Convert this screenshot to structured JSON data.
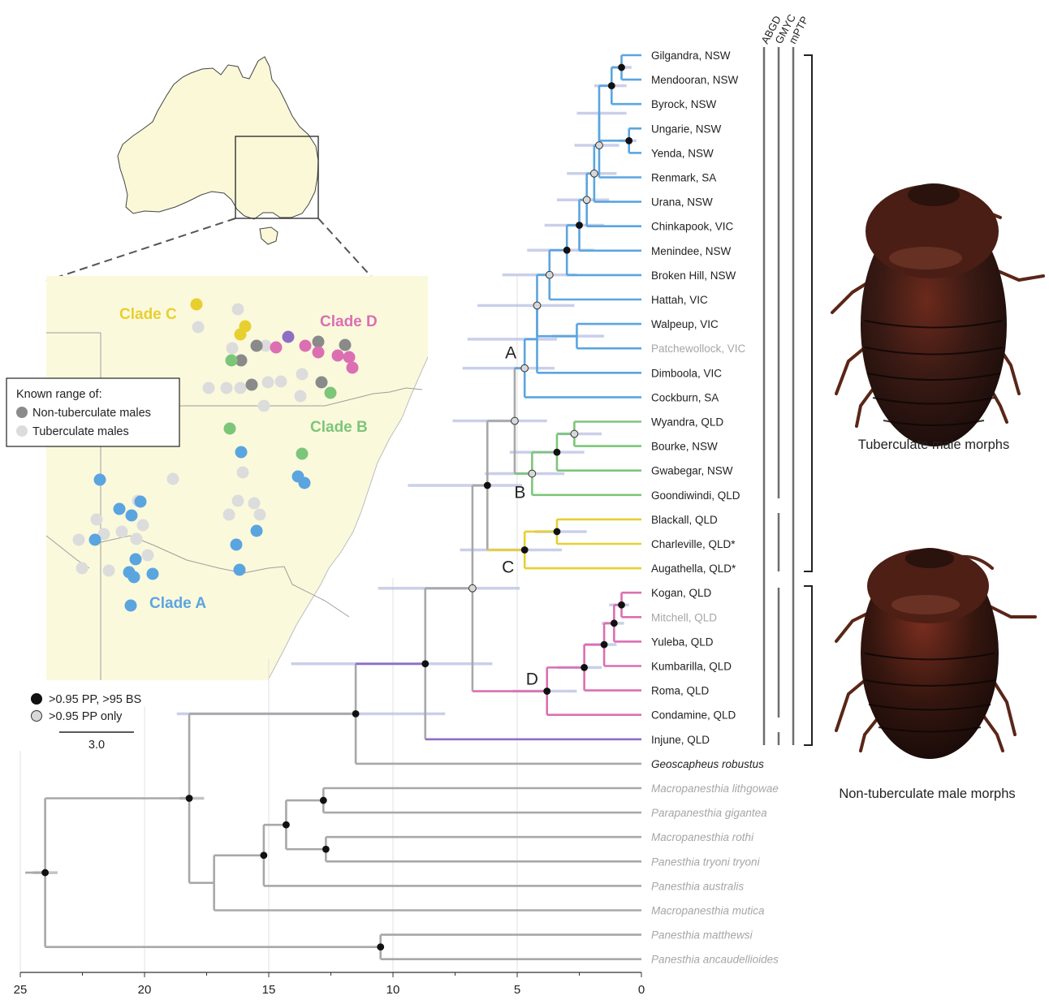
{
  "map": {
    "clade_labels": [
      {
        "text": "Clade A",
        "color": "#5aa5e0"
      },
      {
        "text": "Clade B",
        "color": "#7cc67a"
      },
      {
        "text": "Clade C",
        "color": "#e8cf30"
      },
      {
        "text": "Clade D",
        "color": "#db6fb2"
      }
    ],
    "legend": {
      "title": "Known range of:",
      "items": [
        {
          "label": "Non-tuberculate males",
          "color": "#8a8a8a"
        },
        {
          "label": "Tuberculate males",
          "color": "#dcdcdc"
        }
      ]
    }
  },
  "support_legend": {
    "items": [
      {
        "label": ">0.95 PP, >95 BS",
        "fill": "#111111"
      },
      {
        "label": ">0.95 PP only",
        "fill": "#d8d8d8"
      }
    ],
    "scale_bar_label": "3.0"
  },
  "tree": {
    "taxa": [
      {
        "name": "Gilgandra, NSW",
        "style": "normal"
      },
      {
        "name": "Mendooran, NSW",
        "style": "normal"
      },
      {
        "name": "Byrock, NSW",
        "style": "normal"
      },
      {
        "name": "Ungarie, NSW",
        "style": "normal"
      },
      {
        "name": "Yenda, NSW",
        "style": "normal"
      },
      {
        "name": "Renmark, SA",
        "style": "normal"
      },
      {
        "name": "Urana, NSW",
        "style": "normal"
      },
      {
        "name": "Chinkapook, VIC",
        "style": "normal"
      },
      {
        "name": "Menindee, NSW",
        "style": "normal"
      },
      {
        "name": "Broken Hill, NSW",
        "style": "normal"
      },
      {
        "name": "Hattah, VIC",
        "style": "normal"
      },
      {
        "name": "Walpeup, VIC",
        "style": "normal"
      },
      {
        "name": "Patchewollock, VIC",
        "style": "grey"
      },
      {
        "name": "Dimboola, VIC",
        "style": "normal"
      },
      {
        "name": "Cockburn, SA",
        "style": "normal"
      },
      {
        "name": "Wyandra, QLD",
        "style": "normal"
      },
      {
        "name": "Bourke, NSW",
        "style": "normal"
      },
      {
        "name": "Gwabegar, NSW",
        "style": "normal"
      },
      {
        "name": "Goondiwindi, QLD",
        "style": "normal"
      },
      {
        "name": "Blackall, QLD",
        "style": "normal"
      },
      {
        "name": "Charleville, QLD*",
        "style": "normal"
      },
      {
        "name": "Augathella, QLD*",
        "style": "normal"
      },
      {
        "name": "Kogan, QLD",
        "style": "normal"
      },
      {
        "name": "Mitchell, QLD",
        "style": "grey"
      },
      {
        "name": "Yuleba, QLD",
        "style": "normal"
      },
      {
        "name": "Kumbarilla, QLD",
        "style": "normal"
      },
      {
        "name": "Roma, QLD",
        "style": "normal"
      },
      {
        "name": "Condamine, QLD",
        "style": "normal"
      },
      {
        "name": "Injune, QLD",
        "style": "normal"
      },
      {
        "name": "Geoscapheus robustus",
        "style": "italic"
      },
      {
        "name": "Macropanesthia lithgowae",
        "style": "outgroup"
      },
      {
        "name": "Parapanesthia gigantea",
        "style": "outgroup"
      },
      {
        "name": "Macropanesthia rothi",
        "style": "outgroup"
      },
      {
        "name": "Panesthia tryoni tryoni",
        "style": "outgroup"
      },
      {
        "name": "Panesthia australis",
        "style": "outgroup"
      },
      {
        "name": "Macropanesthia mutica",
        "style": "outgroup"
      },
      {
        "name": "Panesthia matthewsi",
        "style": "outgroup"
      },
      {
        "name": "Panesthia ancaudellioides",
        "style": "outgroup"
      }
    ],
    "clade_letters": [
      "A",
      "B",
      "C",
      "D"
    ],
    "clade_colors": {
      "A": "#5aa5e0",
      "B": "#7cc67a",
      "C": "#e8cf30",
      "D": "#db6fb2",
      "Injune": "#8e6fc4",
      "backbone": "#a8a8a8"
    },
    "axis_ticks": [
      "25",
      "20",
      "15",
      "10",
      "5",
      "0"
    ],
    "delimitation_methods": [
      "ABGD",
      "GMYC",
      "mPTP"
    ]
  },
  "morphs": {
    "tuberculate": "Tuberculate male morphs",
    "non_tuberculate": "Non-tuberculate male morphs"
  }
}
